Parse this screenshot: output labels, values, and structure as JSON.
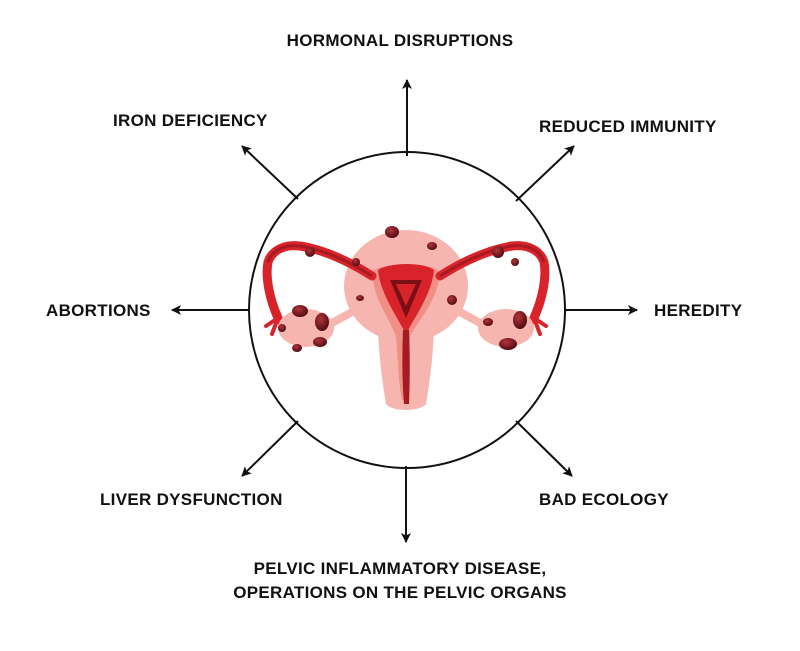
{
  "center": {
    "icon": "uterus-icon"
  },
  "factors": {
    "top": "HORMONAL DISRUPTIONS",
    "top_left": "IRON DEFICIENCY",
    "top_right": "REDUCED IMMUNITY",
    "left": "ABORTIONS",
    "right": "HEREDITY",
    "bottom_left": "LIVER DYSFUNCTION",
    "bottom_right": "BAD ECOLOGY",
    "bottom_line1": "PELVIC INFLAMMATORY DISEASE,",
    "bottom_line2": "OPERATIONS ON THE PELVIC ORGANS"
  },
  "colors": {
    "organ_light": "#f6b5ae",
    "organ_mid": "#ef8f86",
    "organ_red": "#d9232b",
    "organ_dark": "#7a1015",
    "lesion": "#6b0f14",
    "line": "#111111"
  }
}
